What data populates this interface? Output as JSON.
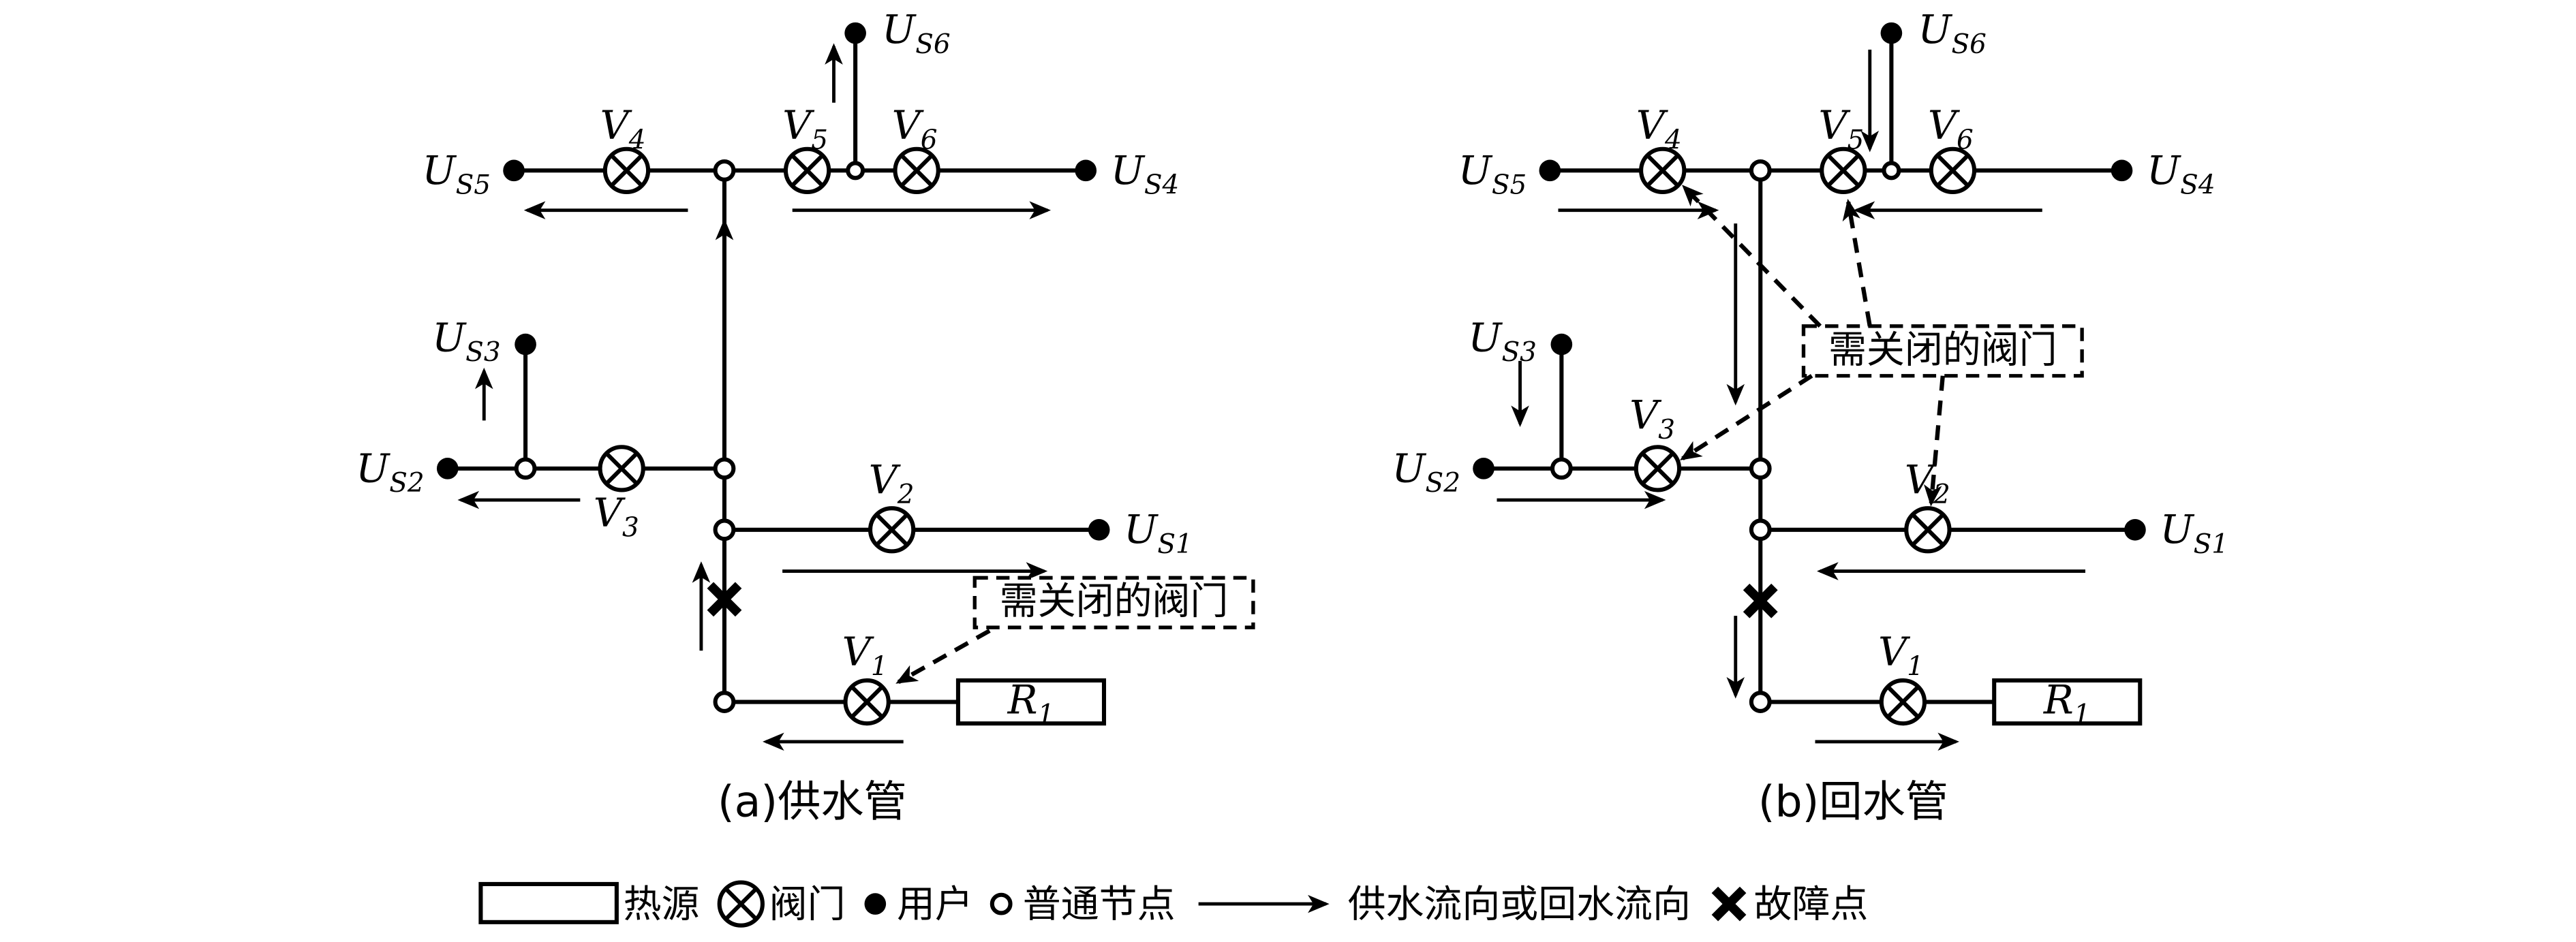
{
  "figure": {
    "caption_a": "(a)供水管",
    "caption_b": "(b)回水管",
    "closed_valves_note": "需关闭的阀门"
  },
  "symbols": {
    "U": "U",
    "V": "V",
    "R": "R",
    "sub_S1": "S1",
    "sub_S2": "S2",
    "sub_S3": "S3",
    "sub_S4": "S4",
    "sub_S5": "S5",
    "sub_S6": "S6",
    "sub_1": "1",
    "sub_2": "2",
    "sub_3": "3",
    "sub_4": "4",
    "sub_5": "5",
    "sub_6": "6"
  },
  "legend": {
    "heat_source": "热源",
    "valve": "阀门",
    "user": "用户",
    "normal_node": "普通节点",
    "flow_direction": "供水流向或回水流向",
    "fault_point": "故障点"
  },
  "colors": {
    "ink": "#000000",
    "background": "#ffffff"
  }
}
